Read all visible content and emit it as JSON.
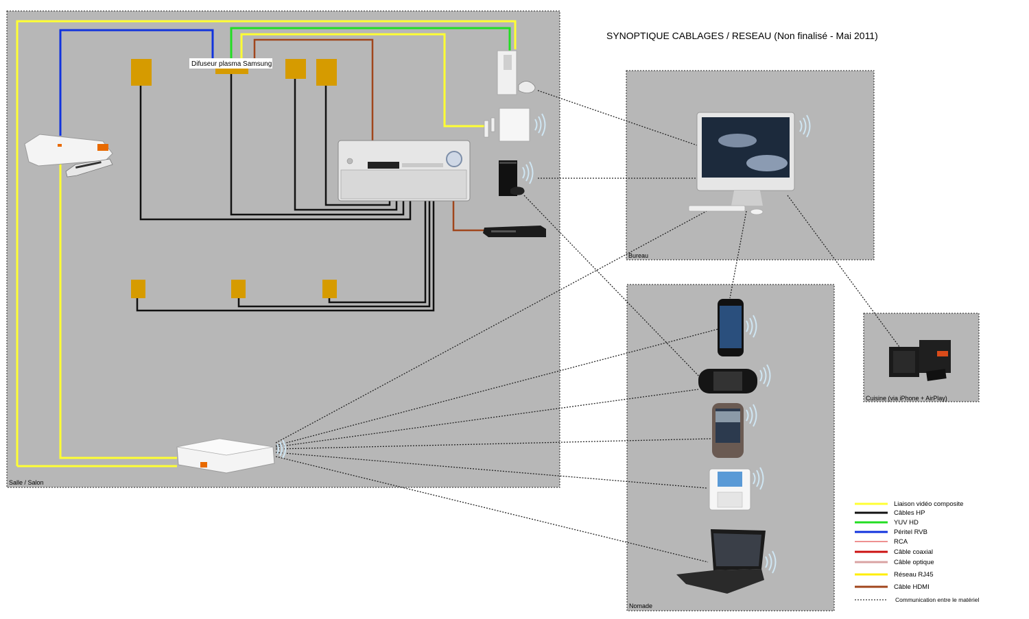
{
  "title": "SYNOPTIQUE CABLAGES / RESEAU (Non finalisé - Mai 2011)",
  "rooms": {
    "salon": "Salle / Salon",
    "bureau": "Bureau",
    "nomade": "Nomade",
    "cuisine": "Cuisine (via iPhone + AirPlay)"
  },
  "devices": {
    "plasma": "Difuseur plasma Samsung"
  },
  "colors": {
    "room_bg": "#b7b7b7",
    "speaker": "#d69b00",
    "video_composite": "#ffff33",
    "hp": "#111111",
    "yuv": "#22dd22",
    "peritel": "#1133dd",
    "rca": "#dd2222",
    "coax": "#cc1111",
    "optique": "#d9a3a3",
    "rj45": "#ffee00",
    "hdmi": "#a0461c"
  },
  "legend": [
    {
      "label": "Liaison vidéo composite",
      "color": "#ffff33",
      "style": "thick"
    },
    {
      "label": "Câbles HP",
      "color": "#111111",
      "style": "thick"
    },
    {
      "label": "YUV HD",
      "color": "#22dd22",
      "style": "thick"
    },
    {
      "label": "Péritel RVB",
      "color": "#1133dd",
      "style": "thick"
    },
    {
      "label": "RCA",
      "color": "#dd2222",
      "style": "thin"
    },
    {
      "label": "Câble coaxial",
      "color": "#cc1111",
      "style": "thick"
    },
    {
      "label": "Câble optique",
      "color": "#d9a3a3",
      "style": "thick"
    },
    {
      "label": "Réseau RJ45",
      "color": "#ffee00",
      "style": "thick"
    },
    {
      "label": "Câble HDMI",
      "color": "#a0461c",
      "style": "thick"
    },
    {
      "label": "Communication entre le matériel",
      "color": "#333333",
      "style": "dotted"
    }
  ]
}
